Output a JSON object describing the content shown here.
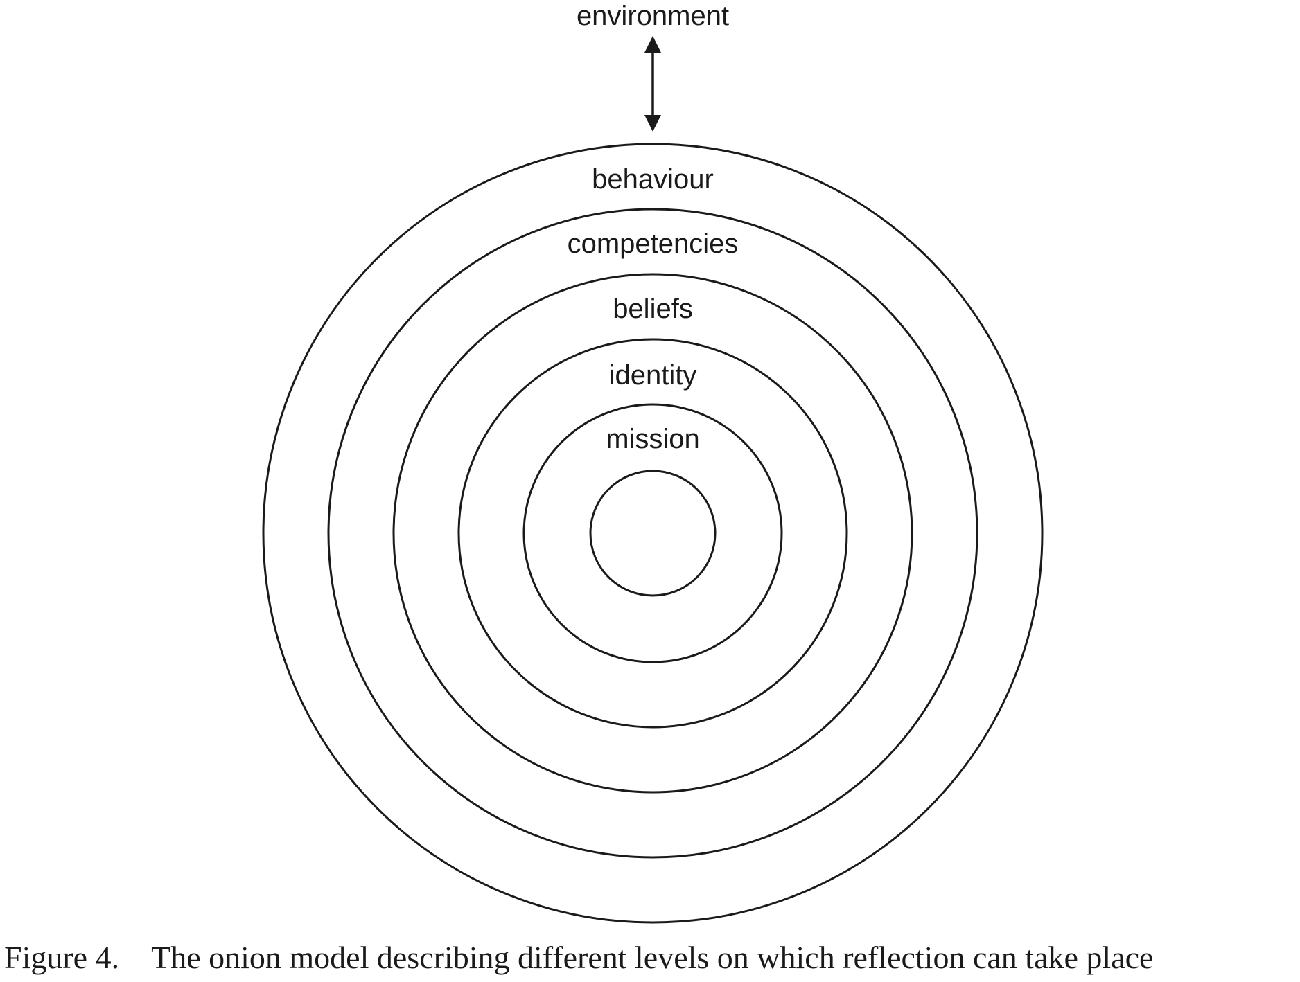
{
  "diagram": {
    "environment_label": "environment",
    "rings": [
      {
        "label": "behaviour"
      },
      {
        "label": "competencies"
      },
      {
        "label": "beliefs"
      },
      {
        "label": "identity"
      },
      {
        "label": "mission"
      },
      {
        "label": ""
      }
    ],
    "stroke_color": "#1a1a1a"
  },
  "caption": {
    "number": "Figure 4.",
    "text": "The onion model describing different levels on which reflection can take place"
  }
}
